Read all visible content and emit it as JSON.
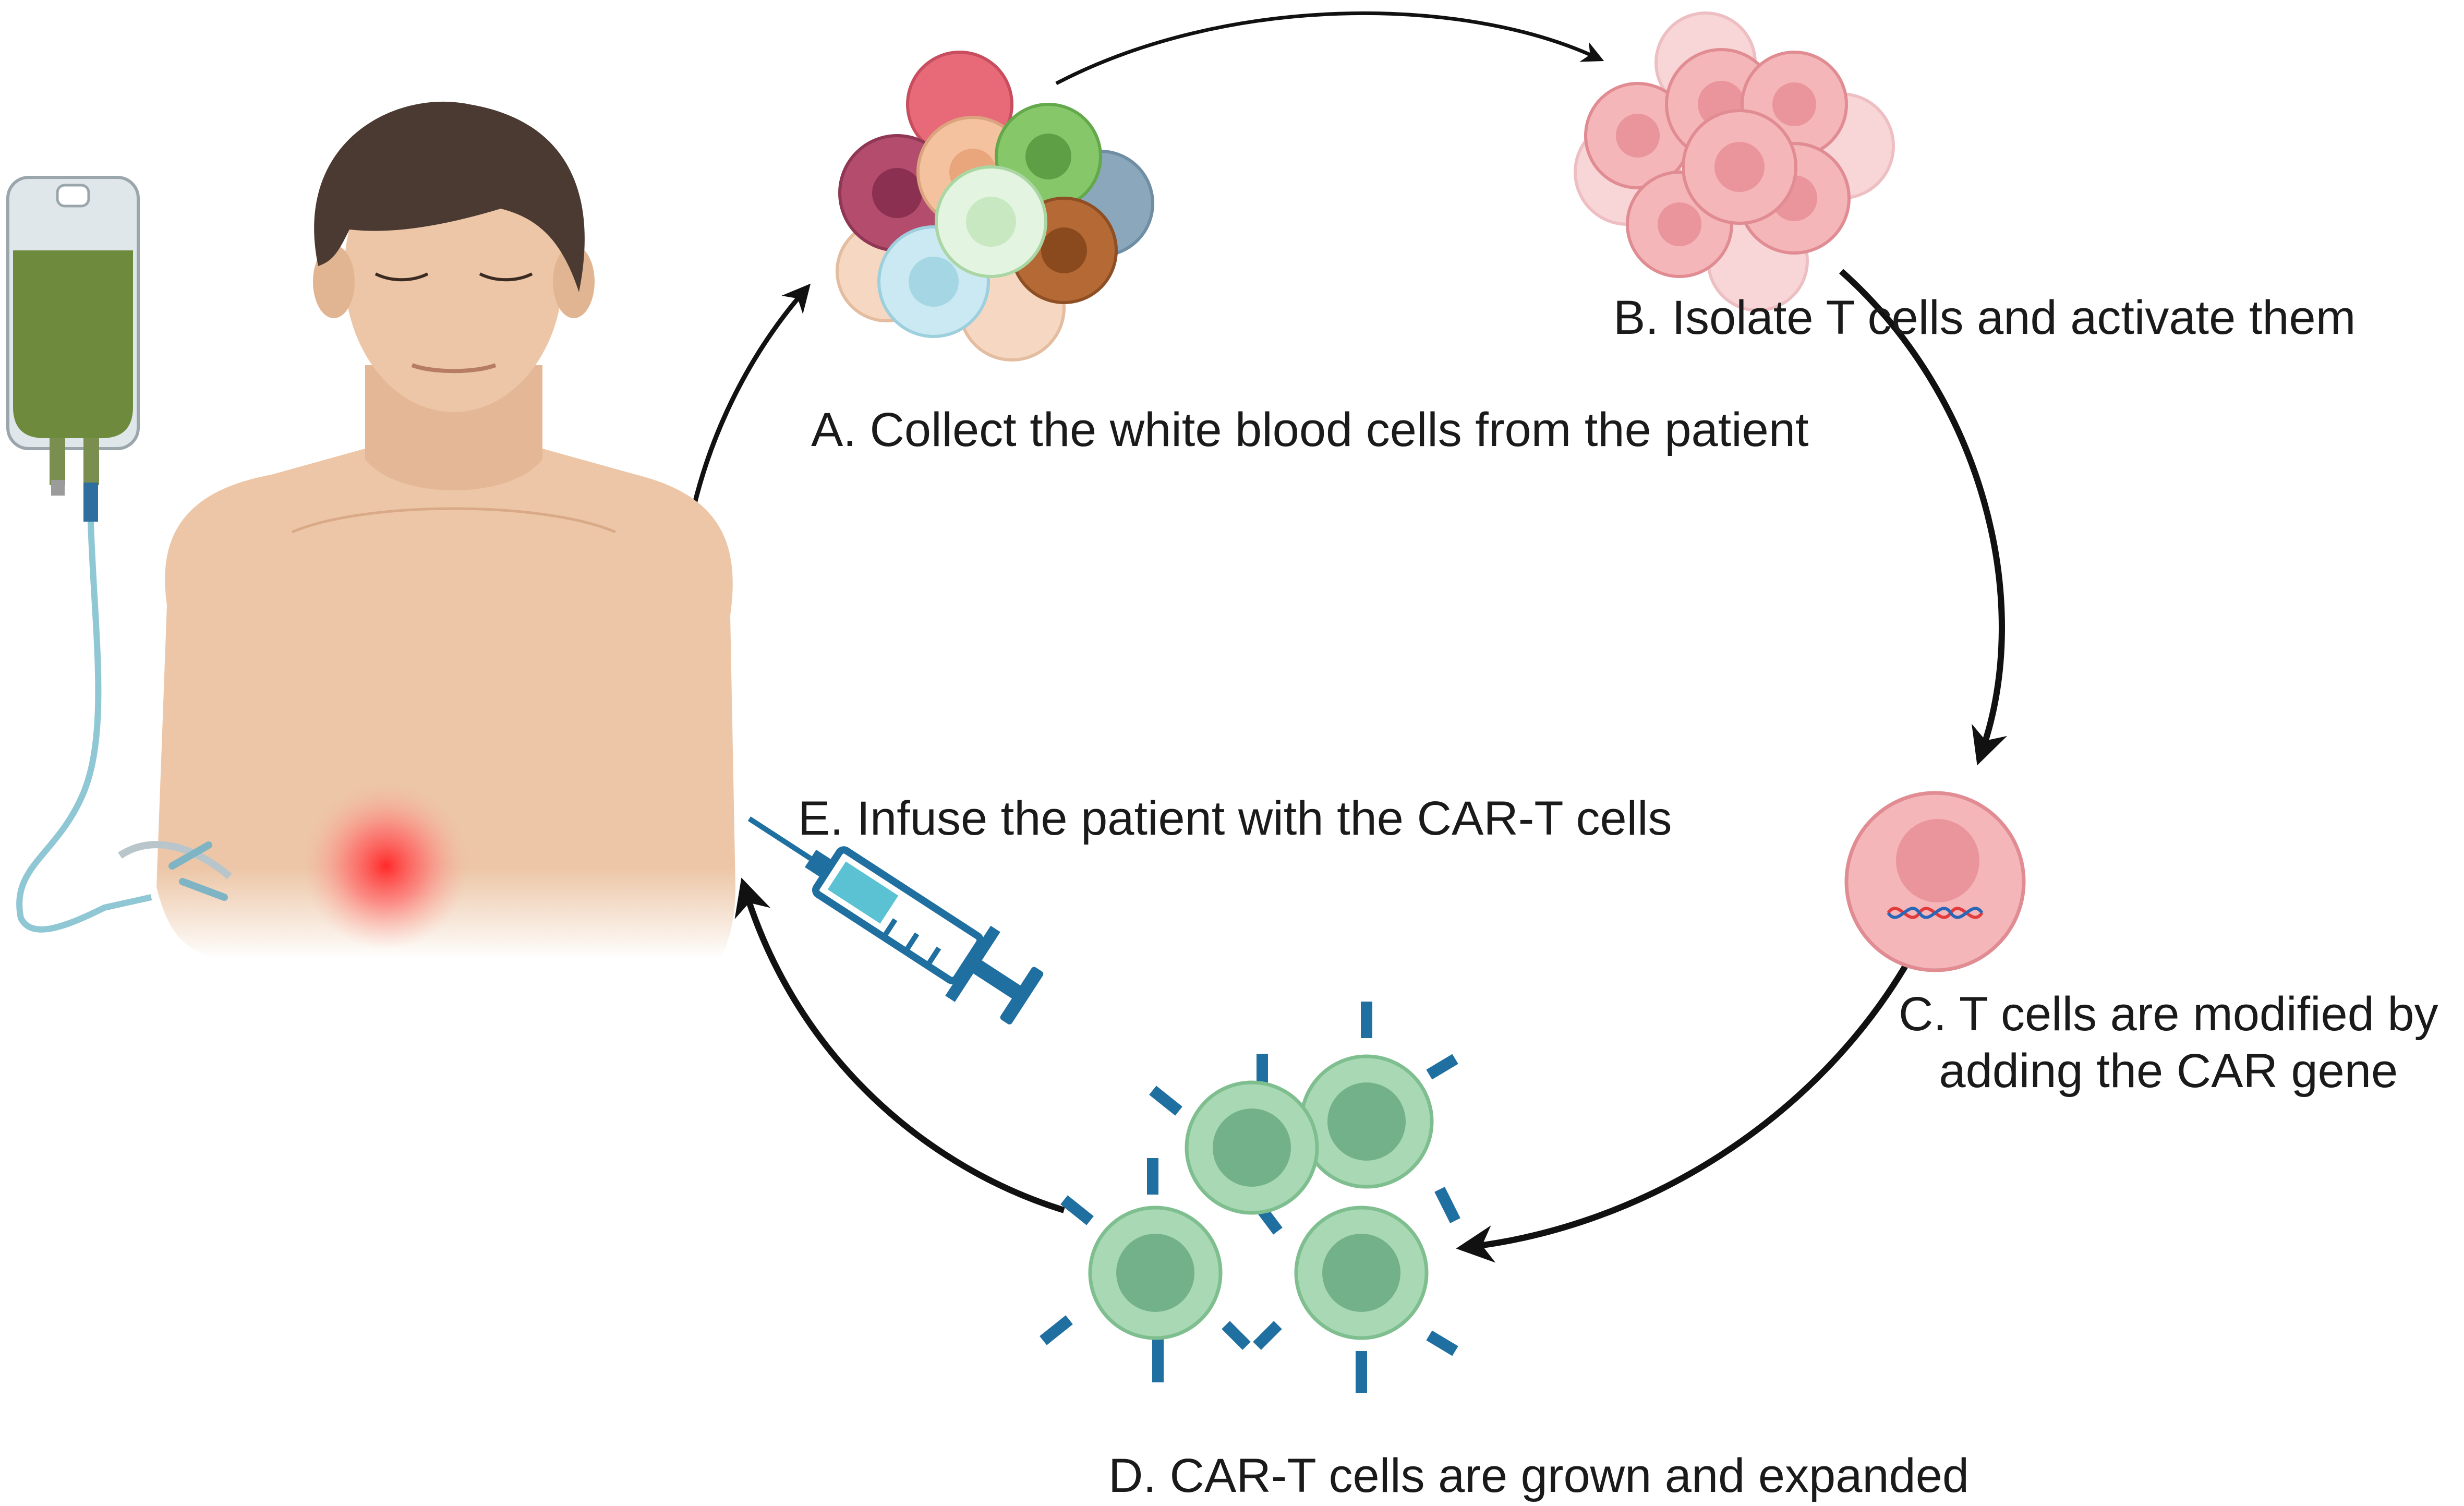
{
  "steps": {
    "a": {
      "label": "A. Collect the white blood cells from the patient"
    },
    "b": {
      "label": "B. Isolate T cells and activate them"
    },
    "c": {
      "line1": "C. T cells are modified by",
      "line2": "adding the CAR gene"
    },
    "d": {
      "label": "D. CAR-T cells are grown and expanded"
    },
    "e": {
      "label": "E.  Infuse the patient with the CAR-T cells"
    }
  },
  "icons": [
    "patient-illustration",
    "iv-bag-icon",
    "tumor-glow",
    "white-blood-cells-cluster",
    "t-cell-cluster",
    "modified-t-cell-dna",
    "car-t-cell-cluster",
    "syringe-icon"
  ],
  "colors": {
    "arrow": "#111111",
    "skin": "#ecc6a6",
    "hair": "#4a3a32",
    "iv_fluid": "#6e8a3c",
    "t_cell": "#f4b6b8",
    "car_t_cell": "#8ec89f",
    "receptor": "#1f6fa0",
    "tumor": "#ff3b3b",
    "syringe_fluid": "#5bc2d3"
  }
}
